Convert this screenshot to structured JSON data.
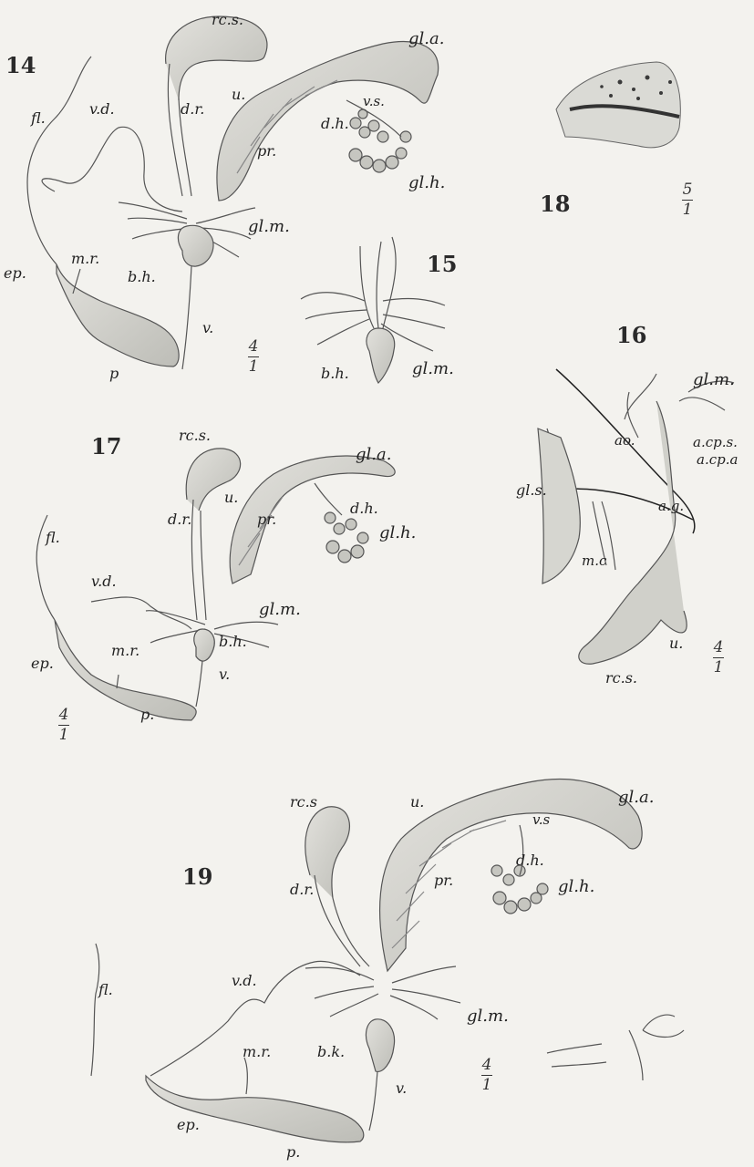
{
  "figures": {
    "fig14": {
      "number": "14",
      "scale": {
        "num": "4",
        "den": "1"
      },
      "labels": {
        "rc_s": "rc.s.",
        "gl_a": "gl.a.",
        "fl": "fl.",
        "v_d": "v.d.",
        "d_r": "d.r.",
        "u": "u.",
        "v_s": "v.s.",
        "d_h": "d.h.",
        "pr": "pr.",
        "gl_h": "gl.h.",
        "gl_m": "gl.m.",
        "m_r": "m.r.",
        "ep": "ep.",
        "b_h": "b.h.",
        "v": "v.",
        "p": "p"
      }
    },
    "fig15": {
      "number": "15",
      "labels": {
        "b_h": "b.h.",
        "gl_m": "gl.m."
      }
    },
    "fig16": {
      "number": "16",
      "scale": {
        "num": "4",
        "den": "1"
      },
      "labels": {
        "gl_m": "gl.m.",
        "ao": "ao.",
        "a_cp_s": "a.cp.s.",
        "a_cp_a": "a.cp.a",
        "gl_s": "gl.s.",
        "a_g": "a.g.",
        "m_c": "m.c",
        "u": "u.",
        "rc_s": "rc.s."
      }
    },
    "fig17": {
      "number": "17",
      "scale": {
        "num": "4",
        "den": "1"
      },
      "labels": {
        "rc_s": "rc.s.",
        "gl_a": "gl.a.",
        "u": "u.",
        "d_r": "d.r.",
        "pr": "pr.",
        "d_h": "d.h.",
        "gl_h": "gl.h.",
        "fl": "fl.",
        "v_d": "v.d.",
        "gl_m": "gl.m.",
        "b_h": "b.h.",
        "ep": "ep.",
        "m_r": "m.r.",
        "v": "v.",
        "p": "p."
      }
    },
    "fig18": {
      "number": "18",
      "scale": {
        "num": "5",
        "den": "1"
      }
    },
    "fig19": {
      "number": "19",
      "scale": {
        "num": "4",
        "den": "1"
      },
      "labels": {
        "rc_s": "rc.s",
        "u": "u.",
        "gl_a": "gl.a.",
        "v_s": "v.s",
        "d_h": "d.h.",
        "pr": "pr.",
        "d_r": "d.r.",
        "gl_h": "gl.h.",
        "fl": "fl.",
        "v_d": "v.d.",
        "gl_m": "gl.m.",
        "m_r": "m.r.",
        "b_k": "b.k.",
        "v": "v.",
        "ep": "ep.",
        "p": "p."
      }
    }
  },
  "colors": {
    "paper": "#f3f2ee",
    "ink": "#2a2a2a",
    "organ_fill": "#cfcfca",
    "organ_stroke": "#555555",
    "spot": "#3a3a3a"
  }
}
